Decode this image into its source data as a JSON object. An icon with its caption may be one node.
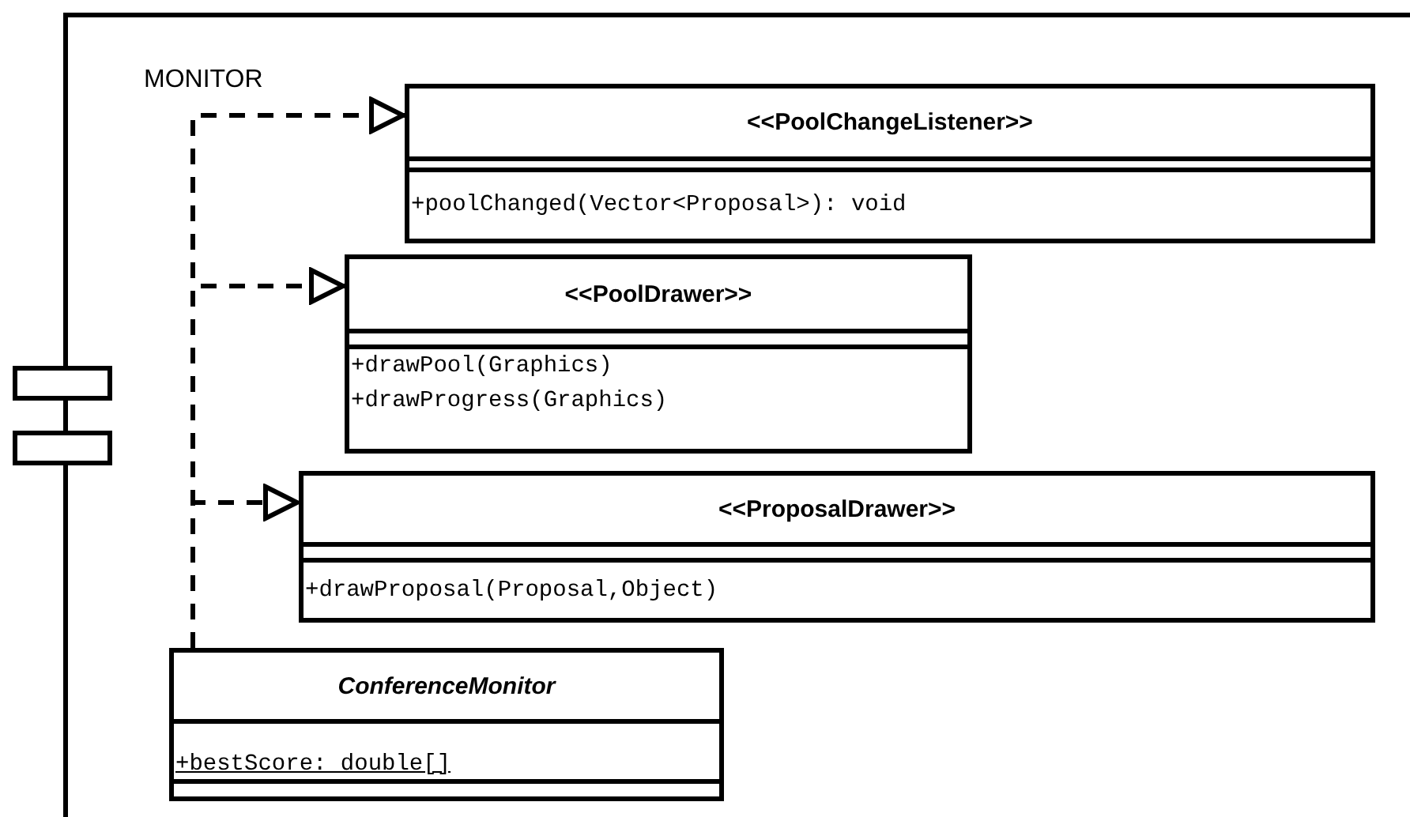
{
  "diagram": {
    "nodes": [
      {
        "text": [
          "MONITOR"
        ]
      },
      {
        "text": [
          "<<PoolChangeListener>>",
          "+poolChanged(Vector<Proposal>): void"
        ],
        "in": 0
      },
      {
        "text": [
          "<<PoolDrawer>>",
          "+drawPool(Graphics)",
          "+drawProgress(Graphics)"
        ],
        "in": 0
      },
      {
        "text": [
          "<<ProposalDrawer>>",
          "+drawProposal(Proposal,Object)"
        ],
        "in": 0
      },
      {
        "text": [
          "ConferenceMonitor",
          "+bestScore: double[]"
        ],
        "in": 0
      }
    ],
    "edges": [
      {
        "from": 4,
        "to": 1,
        "arrow": "to",
        "style": "dashed"
      },
      {
        "from": 4,
        "to": 2,
        "arrow": "to",
        "style": "dashed"
      },
      {
        "from": 4,
        "to": 3,
        "arrow": "to",
        "style": "dashed"
      }
    ]
  }
}
